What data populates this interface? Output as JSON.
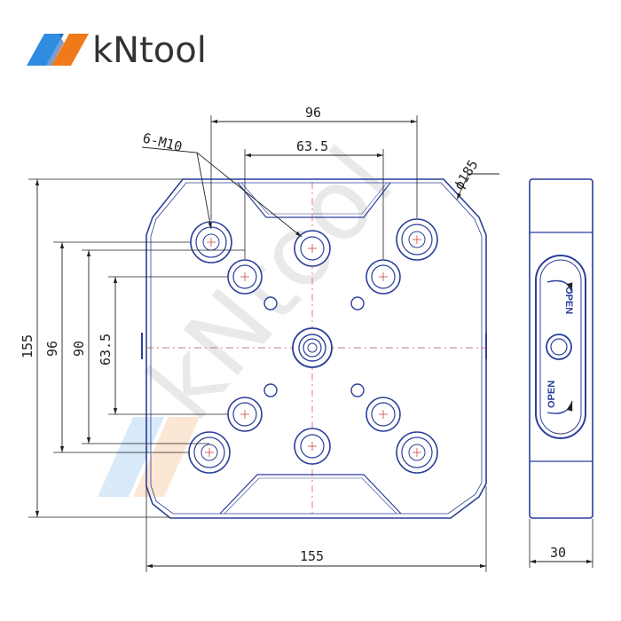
{
  "brand": {
    "name": "kNtool",
    "watermark": "kNtool",
    "colors": {
      "blue": "#2f8ce0",
      "orange": "#f07a1a",
      "outline": "#2b3f9a"
    }
  },
  "dimensions": {
    "top_width": "96",
    "top_inner": "63.5",
    "thread": "6-M10",
    "diameter": "ϕ185",
    "left_height": "155",
    "left_96": "96",
    "left_90": "90",
    "left_63": "63.5",
    "bottom_width": "155",
    "side_width": "30"
  },
  "side_view": {
    "open_top": "OPEN",
    "open_bottom": "OPEN"
  }
}
